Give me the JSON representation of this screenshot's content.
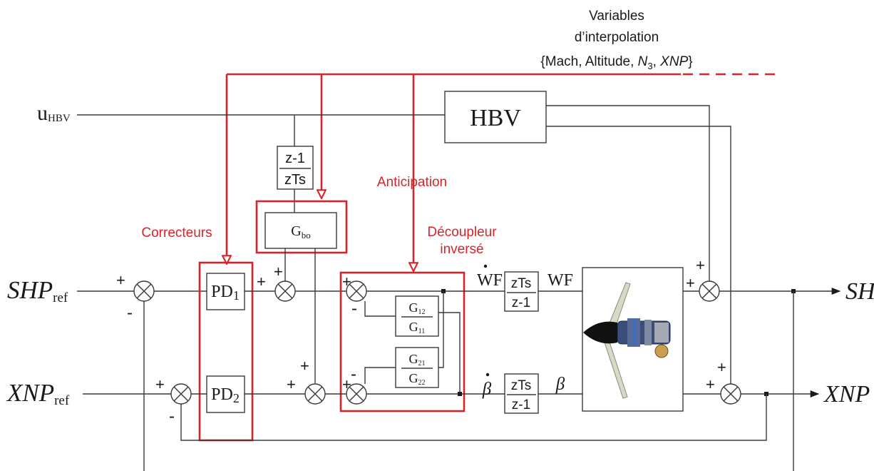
{
  "header": {
    "line1": "Variables",
    "line2": "d’interpolation",
    "line3_prefix": "{Mach, Altitude, ",
    "line3_n": "N",
    "line3_n_sub": "3",
    "line3_sep": ", ",
    "line3_xnp": "XNP",
    "line3_suffix": "}"
  },
  "inputs": {
    "u": "u",
    "u_sub": "HBV",
    "shp_ref": "SHP",
    "shp_ref_sub": "ref",
    "xnp_ref": "XNP",
    "xnp_ref_sub": "ref"
  },
  "outputs": {
    "shp": "SHP",
    "xnp": "XNP"
  },
  "blocks": {
    "hbv": "HBV",
    "deriv_num": "z-1",
    "deriv_den": "zTs",
    "gbo": "G",
    "gbo_sub": "bo",
    "pd1": "PD",
    "pd1_sub": "1",
    "pd2": "PD",
    "pd2_sub": "2",
    "g12_num": "G",
    "g12_num_sub": "12",
    "g12_den": "G",
    "g12_den_sub": "11",
    "g21_num": "G",
    "g21_num_sub": "21",
    "g21_den": "G",
    "g21_den_sub": "22",
    "integ1_num": "zTs",
    "integ1_den": "z-1",
    "integ2_num": "zTs",
    "integ2_den": "z-1"
  },
  "signals": {
    "wf_dot": "WF",
    "wf": "WF",
    "beta_dot": "β",
    "beta": "β"
  },
  "annotations": {
    "correcteurs": "Correcteurs",
    "anticipation": "Anticipation",
    "decoupleur_1": "Découpleur",
    "decoupleur_2": "inversé"
  },
  "signs": {
    "plus": "+",
    "minus": "-"
  },
  "colors": {
    "accent": "#d8232a",
    "wire": "#3a3a3a"
  }
}
